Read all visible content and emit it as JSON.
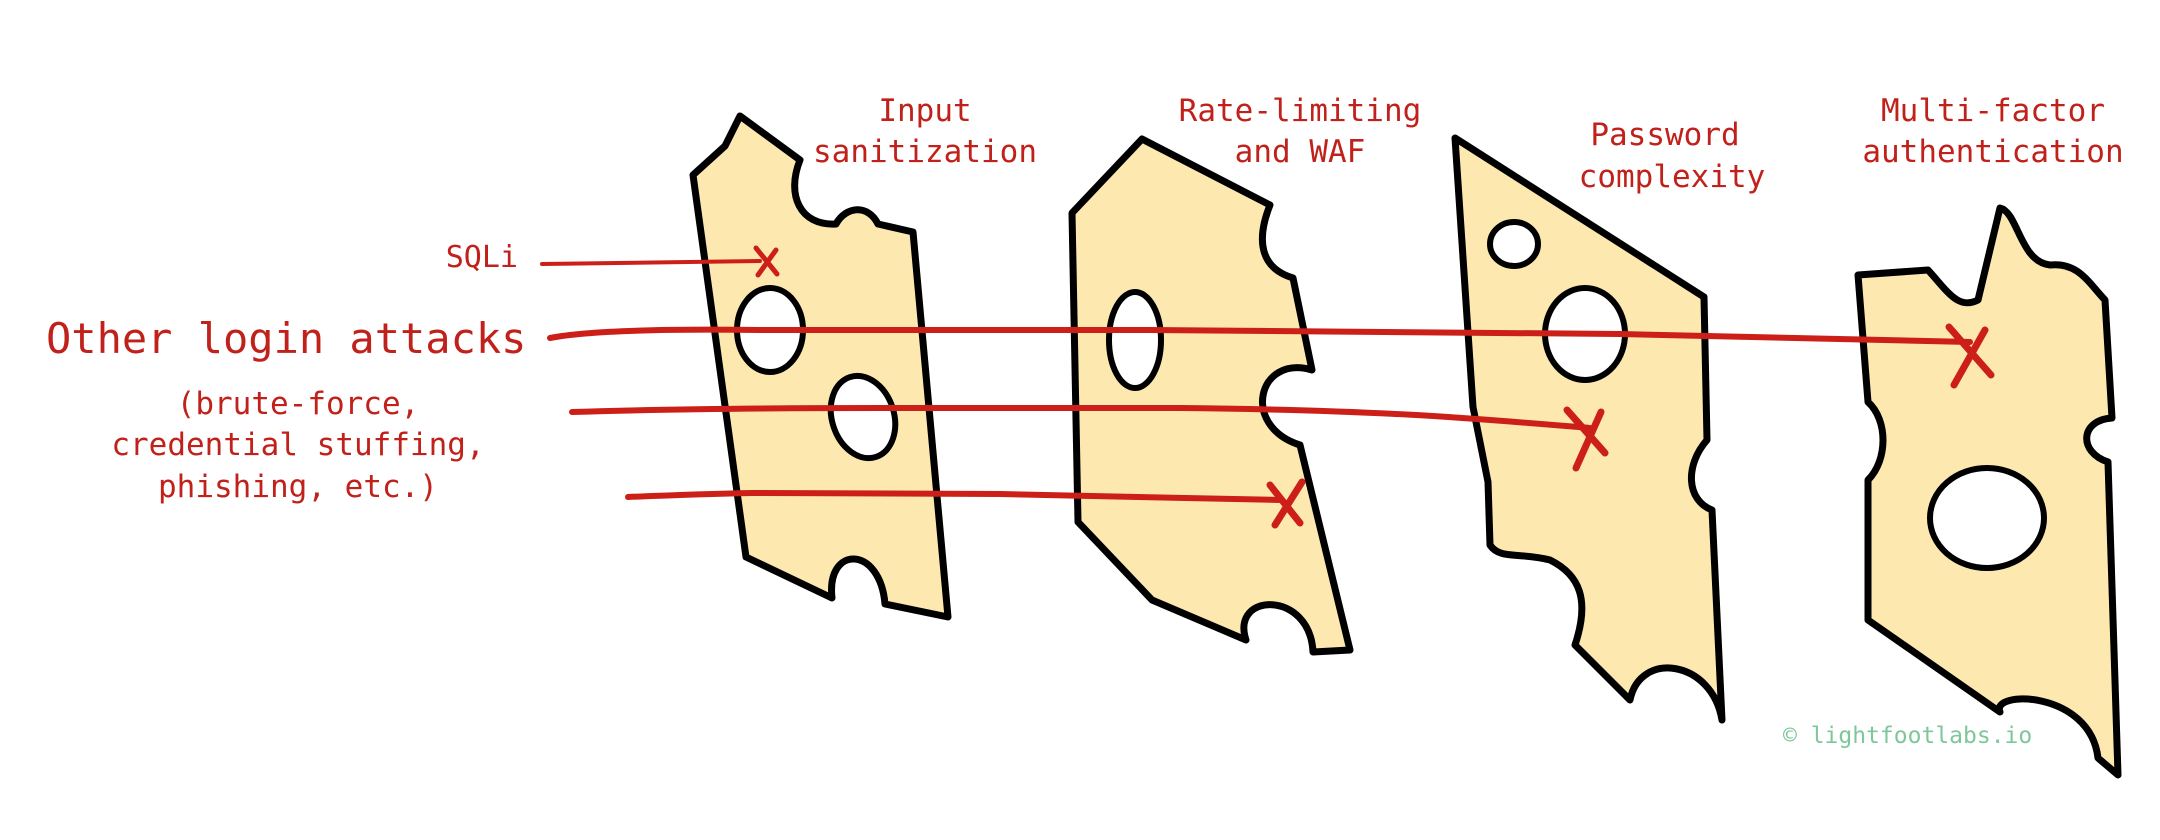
{
  "layers": [
    {
      "line1": "Input",
      "line2": "sanitization"
    },
    {
      "line1": "Rate-limiting",
      "line2": "and WAF"
    },
    {
      "line1": "Password",
      "line2": "complexity"
    },
    {
      "line1": "Multi-factor",
      "line2": "authentication"
    }
  ],
  "attacks": {
    "sqli": "SQLi",
    "other_title": "Other login attacks",
    "other_line1": "(brute-force,",
    "other_line2": "credential stuffing,",
    "other_line3": "phishing, etc.)"
  },
  "credit": "© lightfootlabs.io",
  "colors": {
    "cheese_fill": "#fde9b0",
    "cheese_rim": "#f7cf74",
    "outline": "#000000",
    "attack_red": "#cc1f18",
    "label_red": "#c0211b",
    "credit_green": "#7fc79a"
  }
}
